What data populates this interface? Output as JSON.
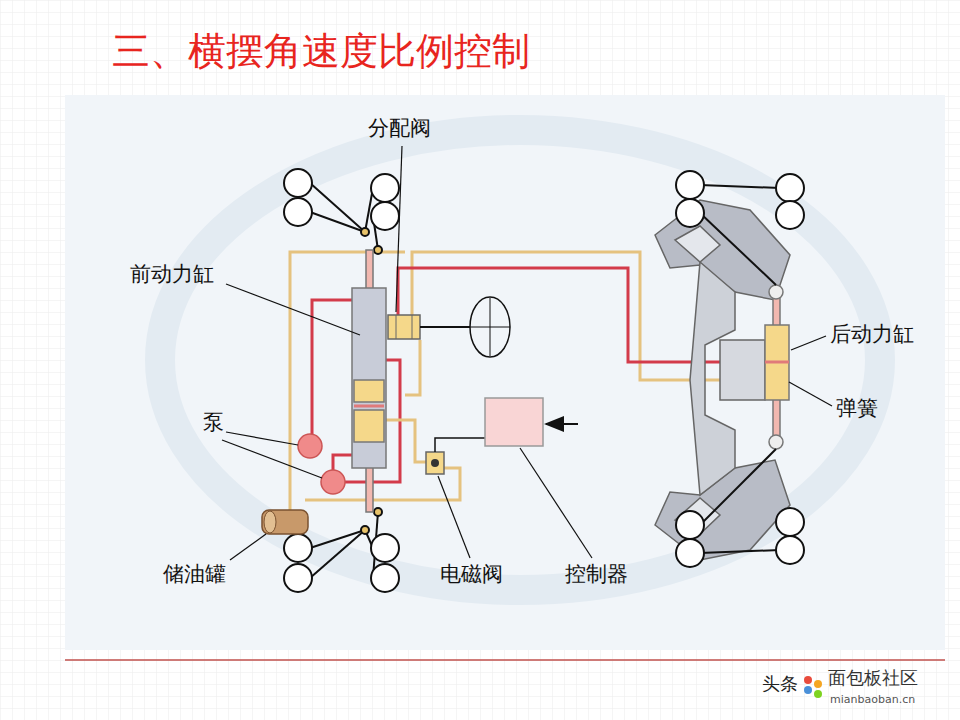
{
  "diagram": {
    "title": "三、横摆角速度比例控制",
    "labels": [
      "分配阀",
      "前动力缸",
      "泵",
      "储油罐",
      "电磁阀",
      "控制器",
      "后动力缸",
      "弹簧",
      "头条",
      "面包板社区",
      "mianbaoban.cn"
    ]
  }
}
